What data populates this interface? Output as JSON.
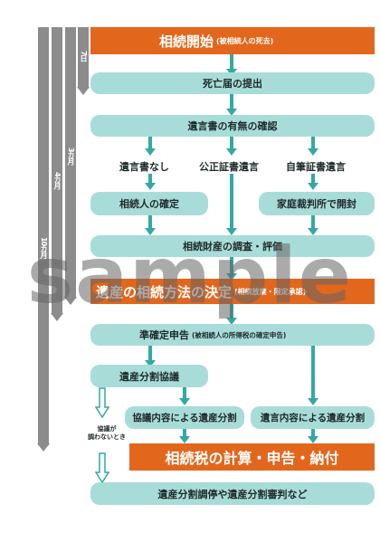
{
  "timeline": {
    "d7": "7日",
    "m3": "3カ月",
    "m4": "4カ月",
    "m10": "10カ月"
  },
  "start": {
    "title": "相続開始",
    "sub": "(被相続人の死去)"
  },
  "death_notice": "死亡届の提出",
  "will_check": "遺言書の有無の確認",
  "branches": {
    "no_will": "遺言書なし",
    "notarized": "公正証書遺言",
    "holograph": "自筆証書遺言"
  },
  "heir_confirm": "相続人の確定",
  "family_court": "家庭裁判所で開封",
  "survey": "相続財産の調査・評価",
  "method": {
    "title": "遺産の相続方法の決定",
    "sub": "(相続放棄・限定承認)"
  },
  "quasi": {
    "title": "準確定申告",
    "sub": "(被相続人の所得税の確定申告)"
  },
  "division_talk": "遺産分割協議",
  "not_agreed": "協議が\n調わないとき",
  "division_by_talk": "協議内容による遺産分割",
  "division_by_will": "遺言内容による遺産分割",
  "tax": "相続税の計算・申告・納付",
  "mediation": "遺産分割調停や遺産分割審判など",
  "watermark": "sample"
}
